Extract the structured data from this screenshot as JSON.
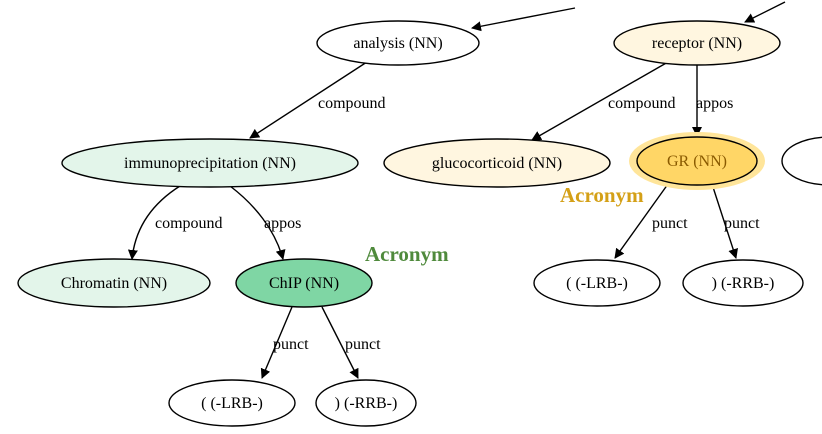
{
  "nodes": {
    "analysis": "analysis (NN)",
    "immunoprecipitation": "immunoprecipitation (NN)",
    "chromatin": "Chromatin (NN)",
    "chip": "ChIP (NN)",
    "lrb_left": "( (-LRB-)",
    "rrb_left": ") (-RRB-)",
    "receptor": "receptor (NN)",
    "glucocorticoid": "glucocorticoid (NN)",
    "gr": "GR (NN)",
    "lrb_right": "( (-LRB-)",
    "rrb_right": ") (-RRB-)"
  },
  "edges": {
    "analysis_immuno": "compound",
    "immuno_chromatin": "compound",
    "immuno_chip": "appos",
    "chip_lrb": "punct",
    "chip_rrb": "punct",
    "receptor_gluco": "compound",
    "receptor_gr": "appos",
    "gr_lrb": "punct",
    "gr_rrb": "punct"
  },
  "annotations": {
    "acronym_left": "Acronym",
    "acronym_right": "Acronym"
  },
  "colors": {
    "chip_fill": "#7fd6a4",
    "immuno_fill": "#e3f5ea",
    "gr_fill": "#ffd666",
    "gr_halo": "#ffe59a",
    "receptor_fill": "#fff6e0",
    "stroke": "#000000"
  }
}
